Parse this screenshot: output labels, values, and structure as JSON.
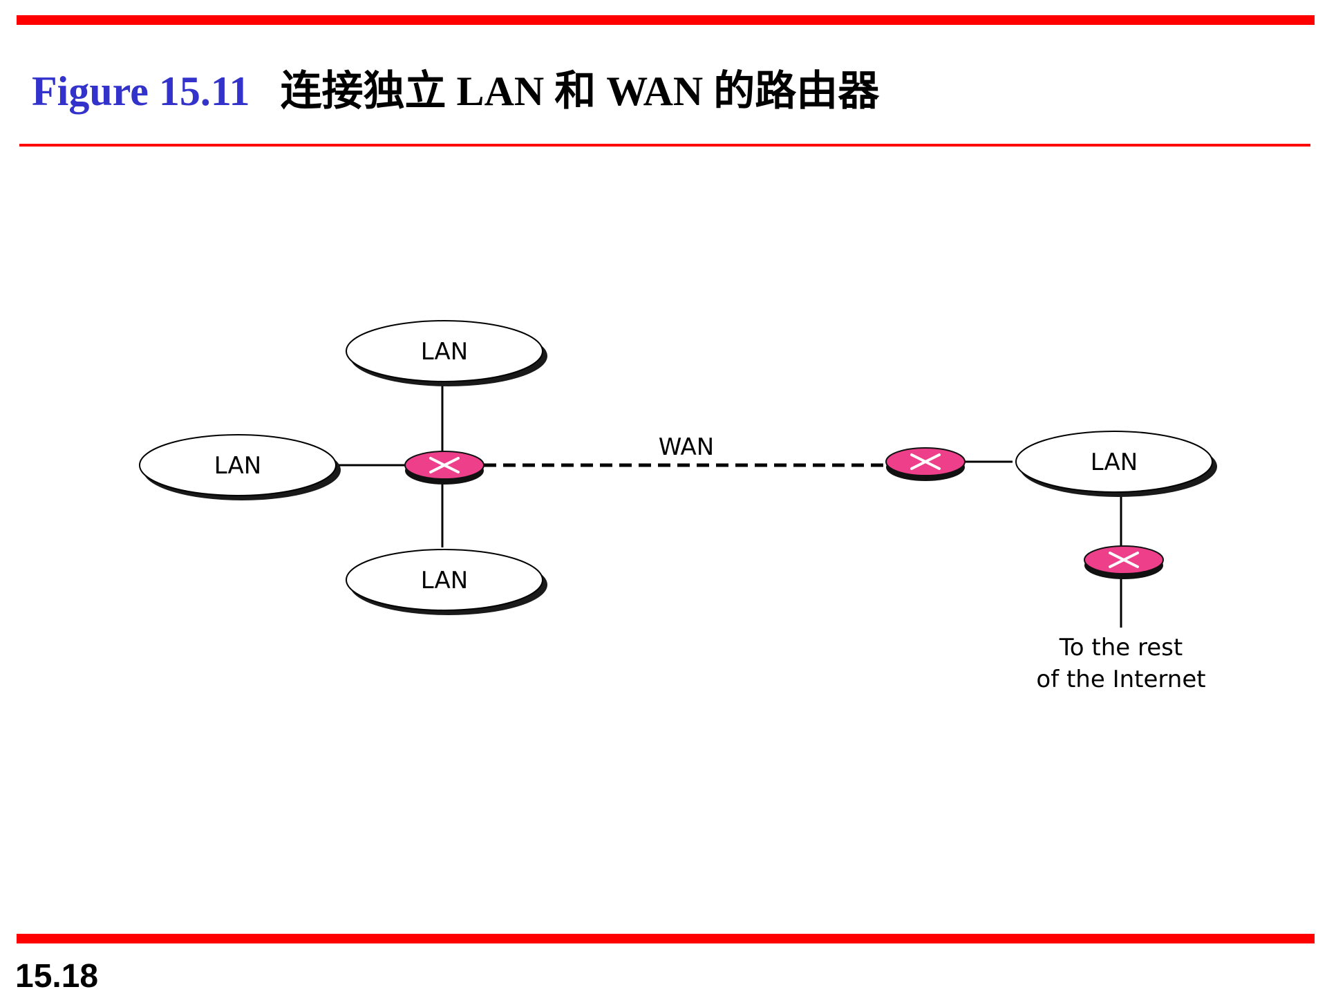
{
  "header": {
    "figure_label": "Figure 15.11",
    "figure_title": "连接独立 LAN 和 WAN 的路由器"
  },
  "diagram": {
    "lan_label": "LAN",
    "wan_label": "WAN",
    "internet_label_line1": "To the rest",
    "internet_label_line2": "of the Internet"
  },
  "footer": {
    "page_number": "15.18"
  },
  "colors": {
    "rule": "#ff0000",
    "figure_label": "#3333cc",
    "router_fill": "#ee3f8a"
  },
  "icons": [
    "router-icon"
  ]
}
